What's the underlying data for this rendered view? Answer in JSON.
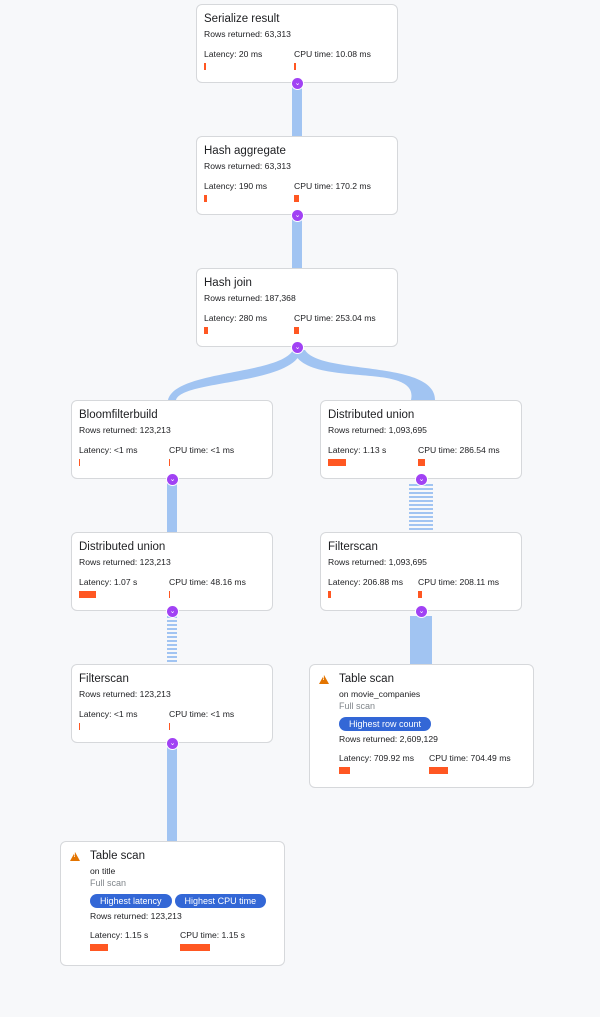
{
  "nodes": {
    "serialize": {
      "title": "Serialize result",
      "rows": "Rows returned: 63,313",
      "latency": "Latency: 20 ms",
      "cpu": "CPU time: 10.08 ms",
      "latency_bar": 0.07,
      "cpu_bar": 0.07
    },
    "hash_aggregate": {
      "title": "Hash aggregate",
      "rows": "Rows returned: 63,313",
      "latency": "Latency: 190 ms",
      "cpu": "CPU time: 170.2 ms",
      "latency_bar": 0.1,
      "cpu_bar": 0.17
    },
    "hash_join": {
      "title": "Hash join",
      "rows": "Rows returned: 187,368",
      "latency": "Latency: 280 ms",
      "cpu": "CPU time: 253.04 ms",
      "latency_bar": 0.14,
      "cpu_bar": 0.17
    },
    "bloomfilterbuild": {
      "title": "Bloomfilterbuild",
      "rows": "Rows returned: 123,213",
      "latency": "Latency: <1 ms",
      "cpu": "CPU time: <1 ms",
      "latency_bar": 0.04,
      "cpu_bar": 0.04
    },
    "distributed_union_right": {
      "title": "Distributed union",
      "rows": "Rows returned: 1,093,695",
      "latency": "Latency: 1.13 s",
      "cpu": "CPU time: 286.54 ms",
      "latency_bar": 0.6,
      "cpu_bar": 0.24
    },
    "distributed_union_left": {
      "title": "Distributed union",
      "rows": "Rows returned: 123,213",
      "latency": "Latency: 1.07 s",
      "cpu": "CPU time: 48.16 ms",
      "latency_bar": 0.57,
      "cpu_bar": 0.04
    },
    "filterscan_right": {
      "title": "Filterscan",
      "rows": "Rows returned: 1,093,695",
      "latency": "Latency: 206.88 ms",
      "cpu": "CPU time: 208.11 ms",
      "latency_bar": 0.1,
      "cpu_bar": 0.14
    },
    "filterscan_left": {
      "title": "Filterscan",
      "rows": "Rows returned: 123,213",
      "latency": "Latency: <1 ms",
      "cpu": "CPU time: <1 ms",
      "latency_bar": 0.04,
      "cpu_bar": 0.04
    },
    "table_scan_right": {
      "title": "Table scan",
      "on_prefix": "on ",
      "table": "movie_companies",
      "scan_type": "Full scan",
      "badges": [
        "Highest row count"
      ],
      "rows": "Rows returned: 2,609,129",
      "latency": "Latency: 709.92 ms",
      "cpu": "CPU time: 704.49 ms",
      "latency_bar": 0.37,
      "cpu_bar": 0.63
    },
    "table_scan_left": {
      "title": "Table scan",
      "on_prefix": "on ",
      "table": "title",
      "scan_type": "Full scan",
      "badges": [
        "Highest latency",
        "Highest CPU time"
      ],
      "rows": "Rows returned: 123,213",
      "latency": "Latency: 1.15 s",
      "cpu": "CPU time: 1.15 s",
      "latency_bar": 0.6,
      "cpu_bar": 1.0
    }
  },
  "colors": {
    "edge": "#a1c4f2",
    "bar": "#ff5722",
    "chevron": "#a142f4",
    "warning": "#e37400",
    "badge": "#3367d6"
  },
  "icons": {
    "expand": "chevron-down-icon",
    "warning": "warning-icon"
  }
}
